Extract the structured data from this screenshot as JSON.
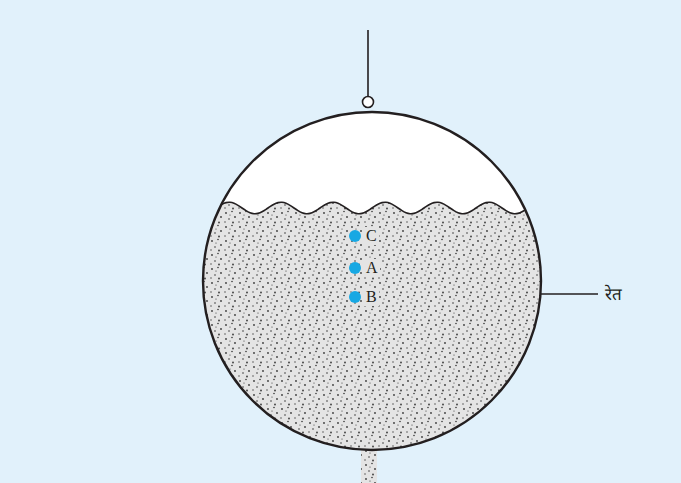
{
  "diagram": {
    "labels": [
      "C",
      "A",
      "B",
      "रेत"
    ]
  }
}
